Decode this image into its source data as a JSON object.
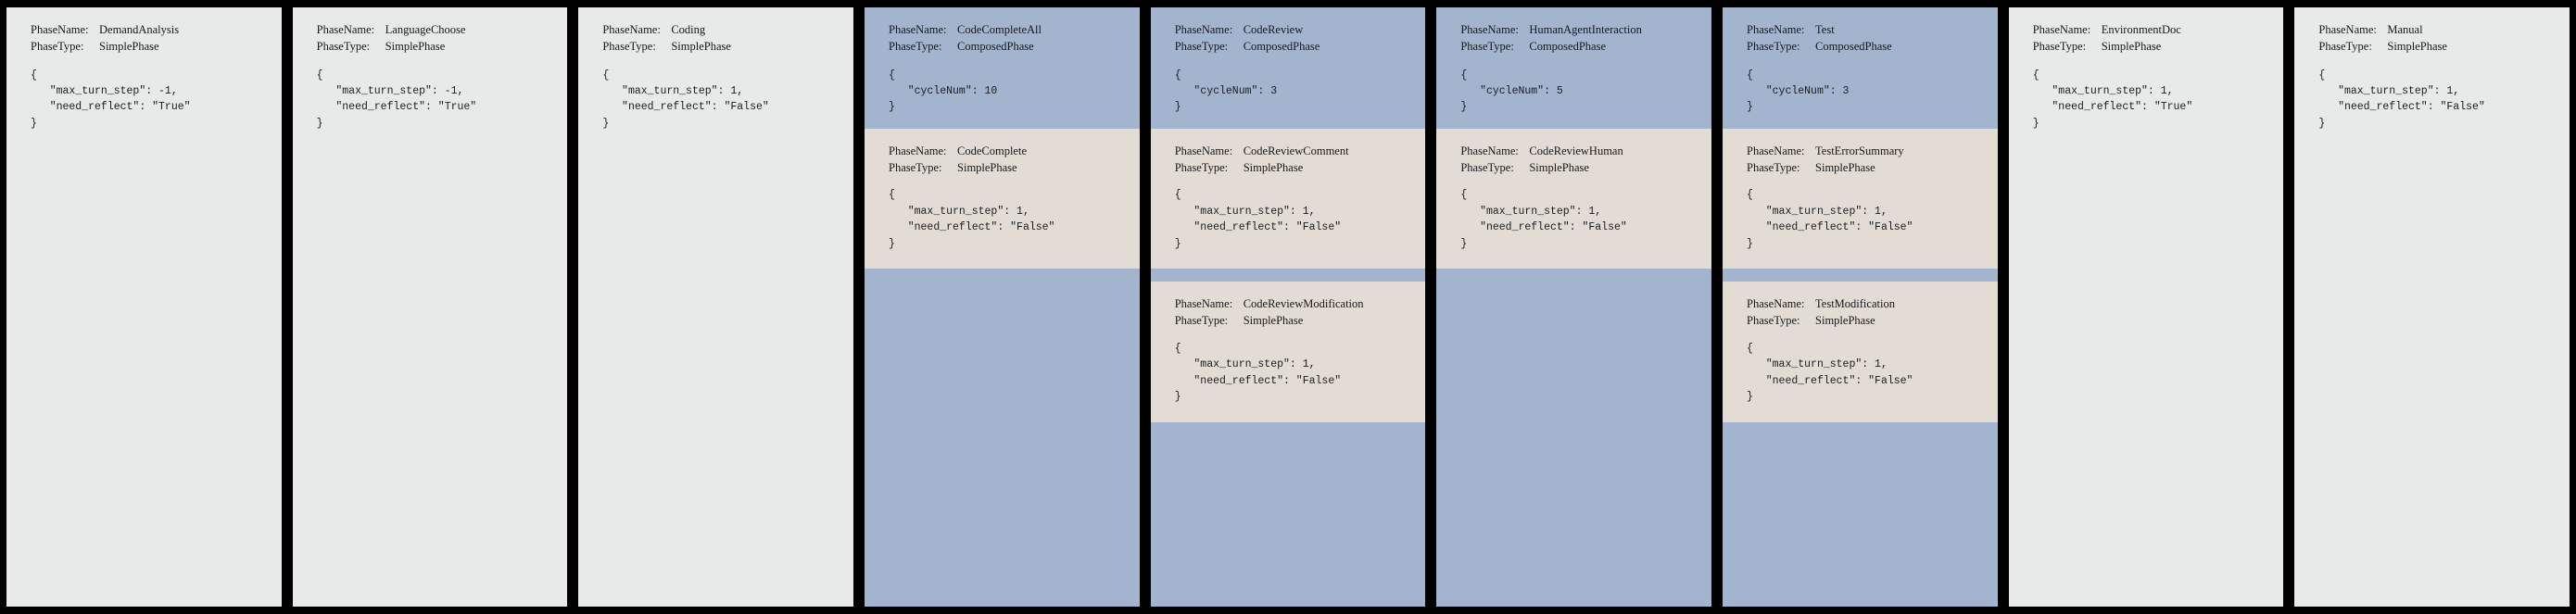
{
  "colors": {
    "background": "#000000",
    "simple_phase_bg": "#e8eaea",
    "composed_phase_bg": "#a3b4ce",
    "sub_phase_bg": "#e2dcd4",
    "text": "#15181b"
  },
  "labels": {
    "phase_name_key": "PhaseName:",
    "phase_type_key": "PhaseType:"
  },
  "phases": [
    {
      "name": "DemandAnalysis",
      "type": "SimplePhase",
      "config_lines": [
        "{",
        "   \"max_turn_step\": -1,",
        "   \"need_reflect\": \"True\"",
        "}"
      ],
      "subphases": []
    },
    {
      "name": "LanguageChoose",
      "type": "SimplePhase",
      "config_lines": [
        "{",
        "   \"max_turn_step\": -1,",
        "   \"need_reflect\": \"True\"",
        "}"
      ],
      "subphases": []
    },
    {
      "name": "Coding",
      "type": "SimplePhase",
      "config_lines": [
        "{",
        "   \"max_turn_step\": 1,",
        "   \"need_reflect\": \"False\"",
        "}"
      ],
      "subphases": []
    },
    {
      "name": "CodeCompleteAll",
      "type": "ComposedPhase",
      "config_lines": [
        "{",
        "   \"cycleNum\": 10",
        "}"
      ],
      "subphases": [
        {
          "name": "CodeComplete",
          "type": "SimplePhase",
          "config_lines": [
            "{",
            "   \"max_turn_step\": 1,",
            "   \"need_reflect\": \"False\"",
            "}"
          ]
        }
      ]
    },
    {
      "name": "CodeReview",
      "type": "ComposedPhase",
      "config_lines": [
        "{",
        "   \"cycleNum\": 3",
        "}"
      ],
      "subphases": [
        {
          "name": "CodeReviewComment",
          "type": "SimplePhase",
          "config_lines": [
            "{",
            "   \"max_turn_step\": 1,",
            "   \"need_reflect\": \"False\"",
            "}"
          ]
        },
        {
          "name": "CodeReviewModification",
          "type": "SimplePhase",
          "config_lines": [
            "{",
            "   \"max_turn_step\": 1,",
            "   \"need_reflect\": \"False\"",
            "}"
          ]
        }
      ]
    },
    {
      "name": "HumanAgentInteraction",
      "type": "ComposedPhase",
      "config_lines": [
        "{",
        "   \"cycleNum\": 5",
        "}"
      ],
      "subphases": [
        {
          "name": "CodeReviewHuman",
          "type": "SimplePhase",
          "config_lines": [
            "{",
            "   \"max_turn_step\": 1,",
            "   \"need_reflect\": \"False\"",
            "}"
          ]
        }
      ]
    },
    {
      "name": "Test",
      "type": "ComposedPhase",
      "config_lines": [
        "{",
        "   \"cycleNum\": 3",
        "}"
      ],
      "subphases": [
        {
          "name": "TestErrorSummary",
          "type": "SimplePhase",
          "config_lines": [
            "{",
            "   \"max_turn_step\": 1,",
            "   \"need_reflect\": \"False\"",
            "}"
          ]
        },
        {
          "name": "TestModification",
          "type": "SimplePhase",
          "config_lines": [
            "{",
            "   \"max_turn_step\": 1,",
            "   \"need_reflect\": \"False\"",
            "}"
          ]
        }
      ]
    },
    {
      "name": "EnvironmentDoc",
      "type": "SimplePhase",
      "config_lines": [
        "{",
        "   \"max_turn_step\": 1,",
        "   \"need_reflect\": \"True\"",
        "}"
      ],
      "subphases": []
    },
    {
      "name": "Manual",
      "type": "SimplePhase",
      "config_lines": [
        "{",
        "   \"max_turn_step\": 1,",
        "   \"need_reflect\": \"False\"",
        "}"
      ],
      "subphases": []
    }
  ]
}
